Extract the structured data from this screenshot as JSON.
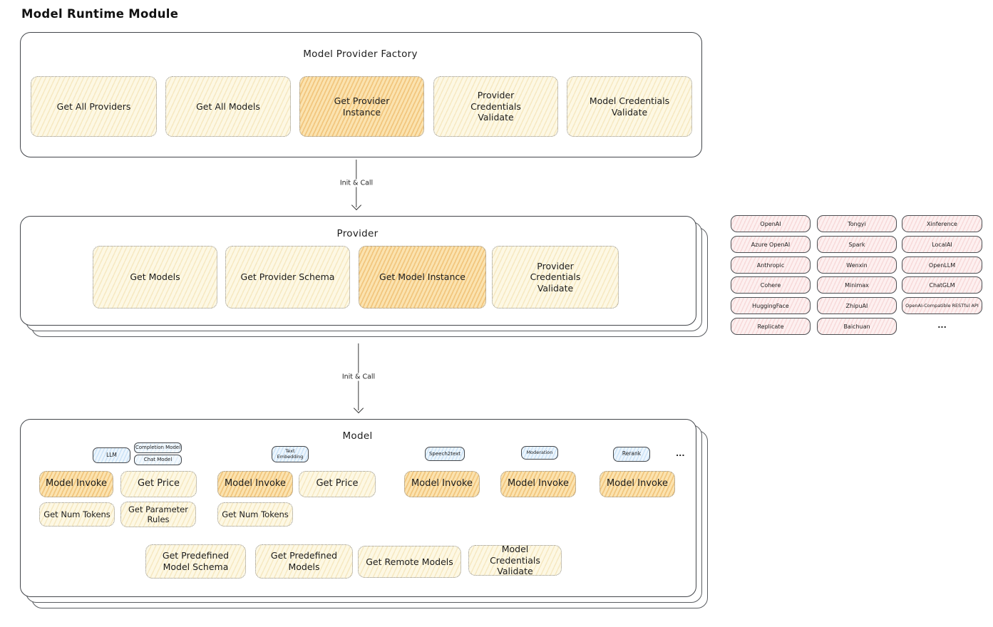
{
  "page_title": "Model Runtime Module",
  "arrows": {
    "factory_to_provider": "Init & Call",
    "provider_to_model": "Init & Call"
  },
  "factory": {
    "title": "Model Provider Factory",
    "methods": [
      {
        "label": "Get All Providers",
        "highlighted": false
      },
      {
        "label": "Get All Models",
        "highlighted": false
      },
      {
        "label": "Get Provider Instance",
        "highlighted": true
      },
      {
        "label": "Provider Credentials Validate",
        "highlighted": false
      },
      {
        "label": "Model Credentials Validate",
        "highlighted": false
      }
    ]
  },
  "provider": {
    "title": "Provider",
    "methods": [
      {
        "label": "Get Models",
        "highlighted": false
      },
      {
        "label": "Get Provider Schema",
        "highlighted": false
      },
      {
        "label": "Get Model Instance",
        "highlighted": true
      },
      {
        "label": "Provider Credentials Validate",
        "highlighted": false
      }
    ]
  },
  "provider_list": {
    "col1": [
      "OpenAI",
      "Azure OpenAI",
      "Anthropic",
      "Cohere",
      "HuggingFace",
      "Replicate"
    ],
    "col2": [
      "Tongyi",
      "Spark",
      "Wenxin",
      "Minimax",
      "ZhipuAI",
      "Baichuan"
    ],
    "col3": [
      "Xinference",
      "LocalAI",
      "OpenLLM",
      "ChatGLM",
      "OpenAI-Compatible RESTful API"
    ],
    "more": "..."
  },
  "model": {
    "title": "Model",
    "types": {
      "llm": "LLM",
      "completion": "Completion Model",
      "chat": "Chat Model",
      "text_embedding": "Text Embedding",
      "speech2text": "Speech2text",
      "moderation": "Moderation",
      "rerank": "Rerank",
      "more": "..."
    },
    "methods": {
      "llm_invoke": "Model Invoke",
      "llm_get_price": "Get Price",
      "llm_get_num_tokens": "Get Num Tokens",
      "llm_get_parameter_rules": "Get Parameter Rules",
      "te_invoke": "Model Invoke",
      "te_get_price": "Get Price",
      "te_get_num_tokens": "Get Num Tokens",
      "s2t_invoke": "Model Invoke",
      "mod_invoke": "Model Invoke",
      "rerank_invoke": "Model Invoke",
      "get_predefined_model_schema": "Get Predefined Model Schema",
      "get_predefined_models": "Get Predefined Models",
      "get_remote_models": "Get Remote Models",
      "model_credentials_validate": "Model Credentials Validate"
    }
  },
  "colors": {
    "method_fill": "#fdf8e4",
    "method_highlight": "#fbe3b0",
    "provider_pill": "#fdf0f0",
    "type_tab": "#ecf5fd",
    "outline": "#43464b"
  }
}
